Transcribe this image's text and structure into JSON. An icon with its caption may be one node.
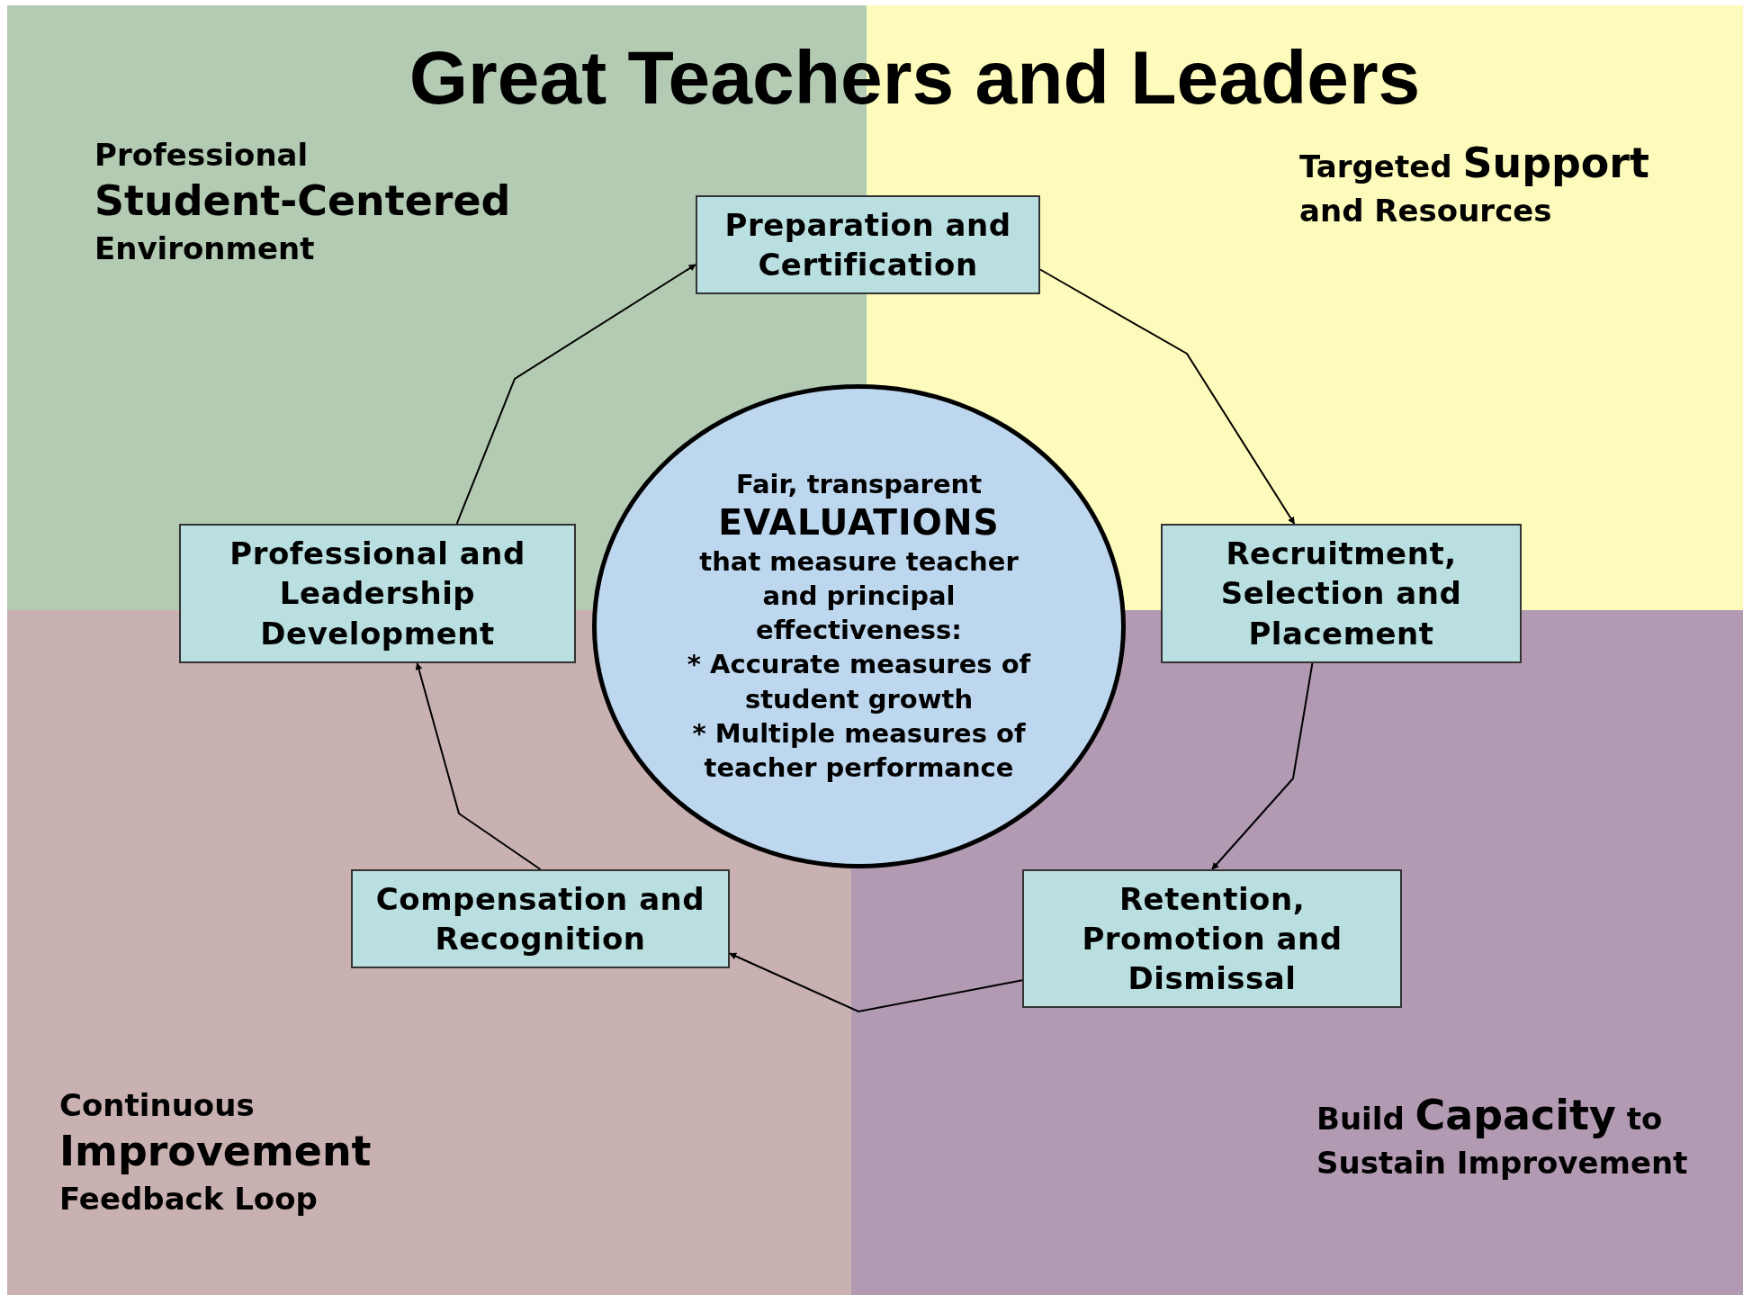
{
  "diagram": {
    "title": "Great Teachers and Leaders",
    "nodes": [
      {
        "text": [
          "Preparation and Certification"
        ]
      },
      {
        "text": [
          "Professional and Leadership Development"
        ]
      },
      {
        "text": [
          "Fair, transparent **EVALUATIONS** that measure teacher and principal effectiveness:",
          "* Accurate measures of student growth",
          "* Multiple measures of teacher performance"
        ]
      },
      {
        "text": [
          "Recruitment, Selection and Placement"
        ]
      },
      {
        "text": [
          "Compensation and Recognition"
        ]
      },
      {
        "text": [
          "Retention, Promotion and Dismissal"
        ]
      }
    ],
    "edges": [
      {
        "from": 0,
        "to": 3,
        "arrow": "to"
      },
      {
        "from": 3,
        "to": 5,
        "arrow": "to"
      },
      {
        "from": 5,
        "to": 4,
        "arrow": "to"
      },
      {
        "from": 4,
        "to": 1,
        "arrow": "to"
      },
      {
        "from": 1,
        "to": 0,
        "arrow": "to"
      }
    ],
    "labels": [
      "Professional **Student-Centered** Environment",
      "Targeted **Support** and Resources",
      "Continuous **Improvement** Feedback Loop",
      "Build **Capacity** to Sustain Improvement"
    ]
  }
}
